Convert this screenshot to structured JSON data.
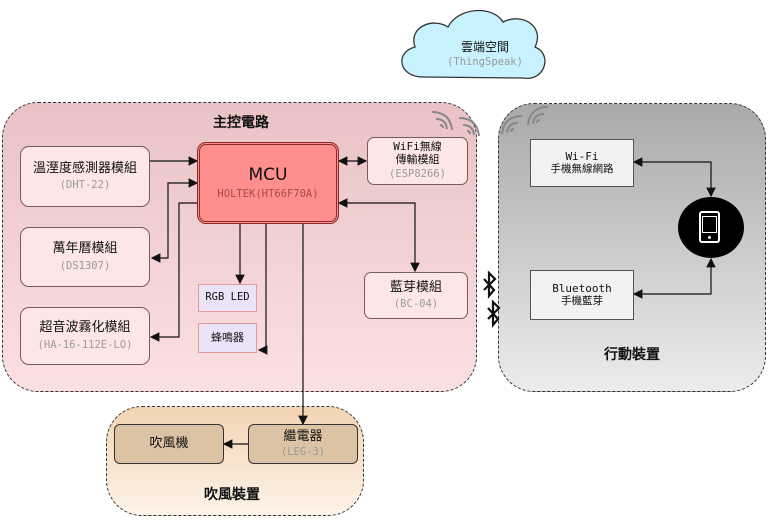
{
  "cloud": {
    "title": "雲端空間",
    "subtitle": "(ThingSpeak)"
  },
  "main_circuit": {
    "title": "主控電路",
    "mcu": {
      "name": "MCU",
      "model": "HOLTEK(HT66F70A)"
    },
    "temp_humidity": {
      "name": "溫溼度感測器模組",
      "model": "(DHT-22)"
    },
    "calendar": {
      "name": "萬年曆模組",
      "model": "(DS1307)"
    },
    "ultrasonic": {
      "name": "超音波霧化模組",
      "model": "(HA-16-112E-LO)"
    },
    "rgb_led": {
      "name": "RGB LED"
    },
    "buzzer": {
      "name": "蜂鳴器"
    },
    "wifi_module": {
      "name": "WiFi無線",
      "name2": "傳輸模組",
      "model": "(ESP8266)"
    },
    "bluetooth_module": {
      "name": "藍芽模組",
      "model": "(BC-04)"
    }
  },
  "mobile": {
    "title": "行動裝置",
    "wifi": {
      "name": "Wi-Fi",
      "sub": "手機無線網路"
    },
    "bluetooth": {
      "name": "Bluetooth",
      "sub": "手機藍芽"
    }
  },
  "blower": {
    "title": "吹風裝置",
    "fan": {
      "name": "吹風機"
    },
    "relay": {
      "name": "繼電器",
      "model": "(LEG-3)"
    }
  },
  "colors": {
    "main_bg": "#f6d5d8",
    "mcu_fill": "#ff8f8f",
    "mobile_bg": "#cfcfcf",
    "blower_bg": "#fbe8d6",
    "blower_box": "#dcc3a3",
    "cloud_fill": "#c8f2ff"
  }
}
